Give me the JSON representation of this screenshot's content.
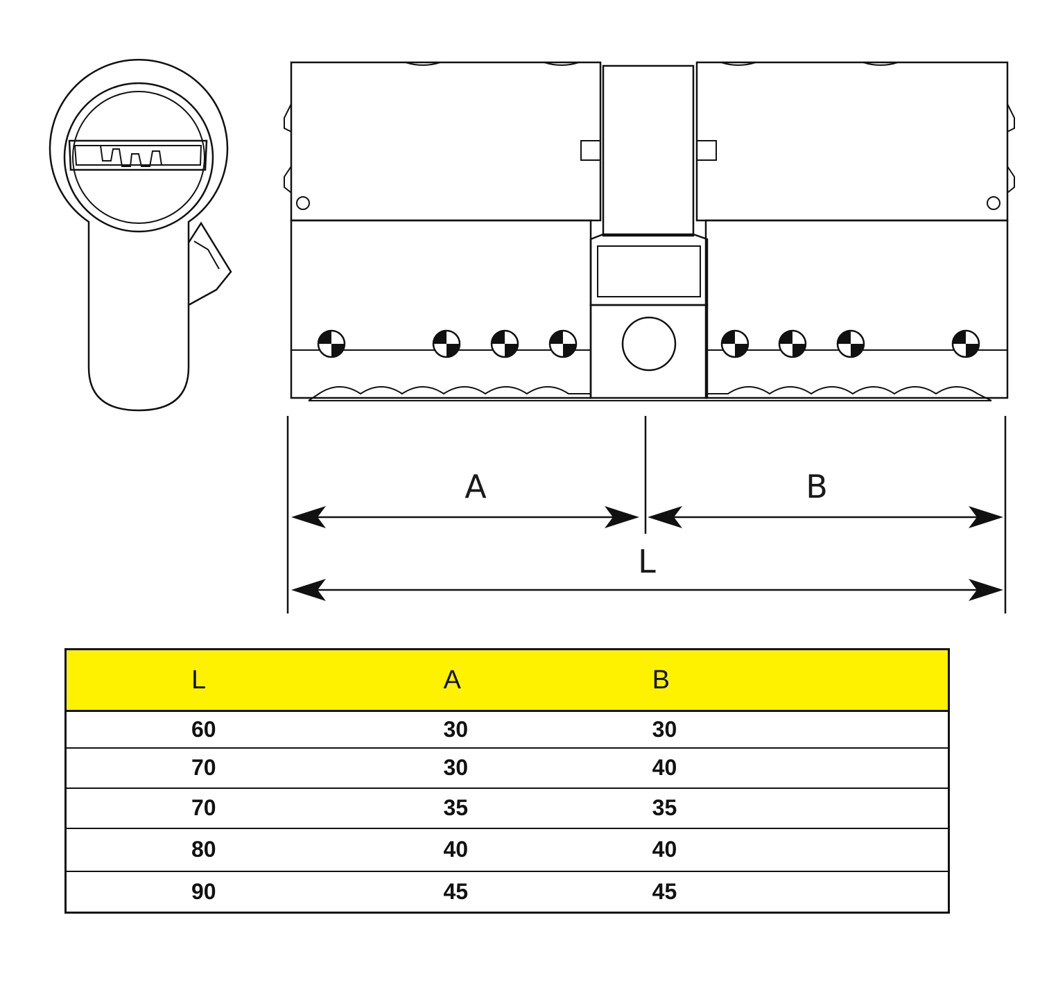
{
  "dimensions": {
    "a_label": "A",
    "b_label": "B",
    "l_label": "L"
  },
  "table": {
    "headers": [
      "L",
      "A",
      "B"
    ],
    "rows": [
      {
        "L": "60",
        "A": "30",
        "B": "30"
      },
      {
        "L": "70",
        "A": "30",
        "B": "40"
      },
      {
        "L": "70",
        "A": "35",
        "B": "35"
      },
      {
        "L": "80",
        "A": "40",
        "B": "40"
      },
      {
        "L": "90",
        "A": "45",
        "B": "45"
      }
    ]
  },
  "colors": {
    "header_fill": "#fff200",
    "line": "#111111"
  }
}
